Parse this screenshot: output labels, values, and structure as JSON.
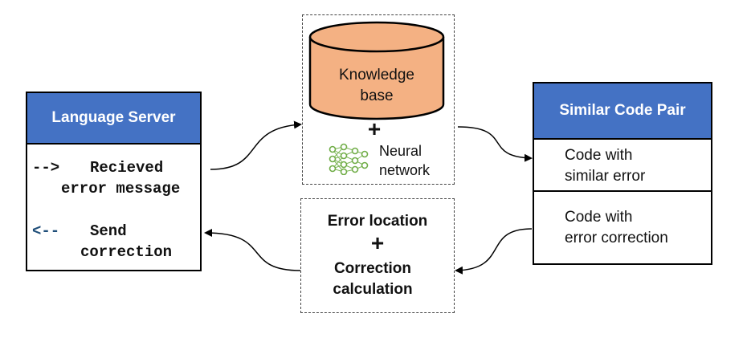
{
  "language_server": {
    "title": "Language Server",
    "received_arrow": "-->",
    "received_line1": "Recieved",
    "received_line2": "error message",
    "send_arrow": "<--",
    "send_line1": "Send",
    "send_line2": "correction"
  },
  "knowledge_base": {
    "label_line1": "Knowledge",
    "label_line2": "base",
    "plus": "+",
    "neural_line1": "Neural",
    "neural_line2": "network"
  },
  "error_calc": {
    "line1": "Error location",
    "plus": "+",
    "line2": "Correction",
    "line3": "calculation"
  },
  "similar_code_pair": {
    "title": "Similar Code Pair",
    "item1_line1": "Code with",
    "item1_line2": "similar error",
    "item2_line1": "Code with",
    "item2_line2": "error correction"
  },
  "colors": {
    "header_blue": "#4472c4",
    "db_fill": "#f4b183",
    "nn_green": "#70ad47"
  }
}
